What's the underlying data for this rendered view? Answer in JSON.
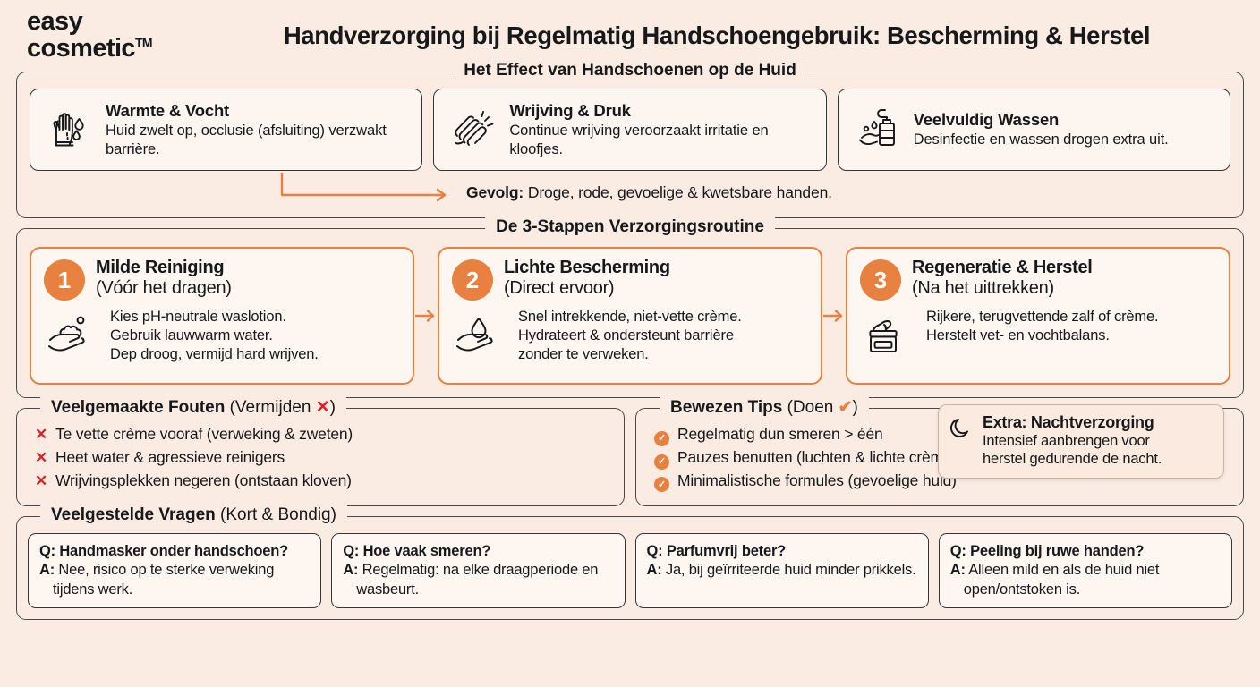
{
  "brand": {
    "line1": "easy",
    "line2": "cosmetic",
    "tm": "TM"
  },
  "title": "Handverzorging bij Regelmatig Handschoengebruik: Bescherming & Herstel",
  "effect_section": {
    "legend": "Het Effect van Handschoenen op de Huid",
    "cards": [
      {
        "icon": "glove-droplets-icon",
        "title": "Warmte & Vocht",
        "text": "Huid zwelt op, occlusie (afsluiting) verzwakt barrière."
      },
      {
        "icon": "rubbing-hands-icon",
        "title": "Wrijving & Druk",
        "text": "Continue wrijving veroorzaakt irritatie en kloofjes."
      },
      {
        "icon": "soap-dispenser-icon",
        "title": "Veelvuldig Wassen",
        "text": "Desinfectie en wassen drogen extra uit."
      }
    ],
    "result_label": "Gevolg:",
    "result_text": "Droge, rode, gevoelige & kwetsbare handen."
  },
  "steps_section": {
    "legend": "De 3-Stappen Verzorgingsroutine",
    "steps": [
      {
        "number": "1",
        "title": "Milde Reiniging",
        "subtitle": "(Vóór het dragen)",
        "icon": "hand-foam-icon",
        "lines": [
          "Kies pH-neutrale waslotion.",
          "Gebruik lauwwarm water.",
          "Dep droog, vermijd hard wrijven."
        ]
      },
      {
        "number": "2",
        "title": "Lichte Bescherming",
        "subtitle": "(Direct ervoor)",
        "icon": "hand-droplet-icon",
        "lines": [
          "Snel intrekkende, niet-vette crème.",
          "Hydrateert & ondersteunt barrière",
          "zonder te verweken."
        ]
      },
      {
        "number": "3",
        "title": "Regeneratie & Herstel",
        "subtitle": "(Na het uittrekken)",
        "icon": "cream-jar-icon",
        "lines": [
          "Rijkere, terugvettende zalf of crème.",
          "Herstelt vet- en vochtbalans."
        ]
      }
    ]
  },
  "night_callout": {
    "icon": "moon-icon",
    "title": "Extra: Nachtverzorging",
    "line1": "Intensief aanbrengen voor",
    "line2": "herstel gedurende de nacht."
  },
  "mistakes_section": {
    "legend_bold": "Veelgemaakte Fouten",
    "legend_light": "(Vermijden",
    "legend_mark": "✕",
    "legend_close": ")",
    "items": [
      "Te vette crème vooraf (verweking & zweten)",
      "Heet water & agressieve reinigers",
      "Wrijvingsplekken negeren (ontstaan kloven)"
    ]
  },
  "tips_section": {
    "legend_bold": "Bewezen Tips",
    "legend_light": "(Doen",
    "legend_mark": "✔",
    "legend_close": ")",
    "items": [
      "Regelmatig dun smeren > één",
      "Pauzes benutten (luchten & lichte crème)",
      "Minimalistische formules (gevoelige huid)"
    ]
  },
  "faq_section": {
    "legend_bold": "Veelgestelde Vragen",
    "legend_light": "(Kort & Bondig)",
    "q_prefix": "Q:",
    "a_prefix": "A:",
    "items": [
      {
        "question": "Handmasker onder handschoen?",
        "answer": "Nee, risico op te sterke verweking tijdens werk."
      },
      {
        "question": "Hoe vaak smeren?",
        "answer": "Regelmatig: na elke draagperiode en wasbeurt."
      },
      {
        "question": "Parfumvrij beter?",
        "answer": "Ja, bij geïrriteerde huid minder prikkels."
      },
      {
        "question": "Peeling bij ruwe handen?",
        "answer": "Alleen mild en als de huid niet open/ontstoken is."
      }
    ]
  },
  "colors": {
    "background": "#FBECE3",
    "accent_orange": "#E8803F",
    "error_red": "#D8232A",
    "card": "#FDF6F1",
    "ink": "#17181a"
  }
}
